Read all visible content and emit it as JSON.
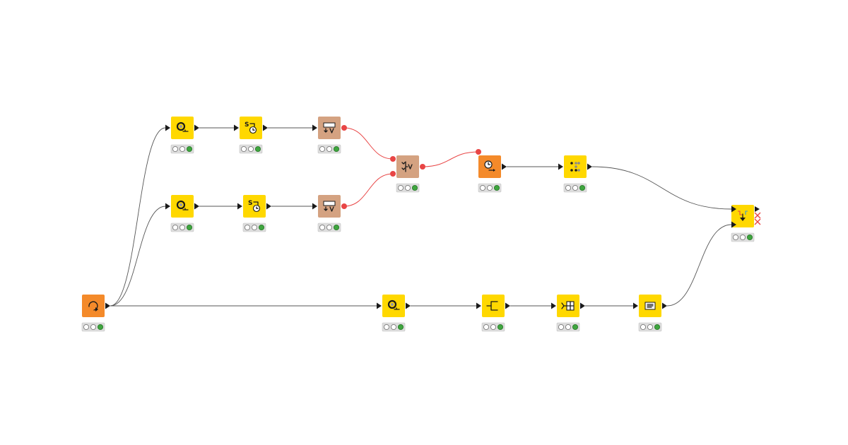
{
  "colors": {
    "manipulator": "#ffd800",
    "flow_control": "#d4a281",
    "source": "#f48a2a",
    "flow_variable_port": "#e84545",
    "status_executed": "#3fa63f",
    "status_inactive": "#ffffff",
    "inactive_output": "#e84545"
  },
  "nodes": [
    {
      "id": "n1",
      "kind": "source",
      "icon": "loop-start-icon",
      "status": [
        "off",
        "off",
        "on"
      ]
    },
    {
      "id": "n2",
      "kind": "manipulator",
      "icon": "db-query-icon",
      "status": [
        "off",
        "off",
        "on"
      ]
    },
    {
      "id": "n3",
      "kind": "manipulator",
      "icon": "string-to-datetime-icon",
      "status": [
        "off",
        "off",
        "on"
      ]
    },
    {
      "id": "n4",
      "kind": "flow_control",
      "icon": "table-row-to-variable-icon",
      "status": [
        "off",
        "off",
        "on"
      ]
    },
    {
      "id": "n5",
      "kind": "manipulator",
      "icon": "db-query-icon",
      "status": [
        "off",
        "off",
        "on"
      ]
    },
    {
      "id": "n6",
      "kind": "manipulator",
      "icon": "string-to-datetime-icon",
      "status": [
        "off",
        "off",
        "on"
      ]
    },
    {
      "id": "n7",
      "kind": "flow_control",
      "icon": "table-row-to-variable-icon",
      "status": [
        "off",
        "off",
        "on"
      ]
    },
    {
      "id": "n8",
      "kind": "flow_control",
      "icon": "merge-variables-icon",
      "status": [
        "off",
        "off",
        "on"
      ]
    },
    {
      "id": "n9",
      "kind": "source",
      "icon": "time-generator-icon",
      "status": [
        "off",
        "off",
        "on"
      ]
    },
    {
      "id": "n10",
      "kind": "manipulator",
      "icon": "dot-pattern-icon",
      "status": [
        "off",
        "off",
        "on"
      ]
    },
    {
      "id": "n11",
      "kind": "manipulator",
      "icon": "db-query-icon",
      "status": [
        "off",
        "off",
        "on"
      ]
    },
    {
      "id": "n12",
      "kind": "manipulator",
      "icon": "column-splitter-icon",
      "status": [
        "off",
        "off",
        "on"
      ]
    },
    {
      "id": "n13",
      "kind": "manipulator",
      "icon": "joiner-icon",
      "status": [
        "off",
        "off",
        "on"
      ]
    },
    {
      "id": "n14",
      "kind": "manipulator",
      "icon": "table-view-icon",
      "status": [
        "off",
        "off",
        "on"
      ]
    },
    {
      "id": "n15",
      "kind": "manipulator",
      "icon": "if-switch-icon",
      "status": [
        "off",
        "off",
        "on"
      ]
    }
  ],
  "connections": [
    {
      "from": "n1",
      "to": "n2",
      "type": "data"
    },
    {
      "from": "n1",
      "to": "n5",
      "type": "data"
    },
    {
      "from": "n1",
      "to": "n11",
      "type": "data"
    },
    {
      "from": "n2",
      "to": "n3",
      "type": "data"
    },
    {
      "from": "n3",
      "to": "n4",
      "type": "data"
    },
    {
      "from": "n5",
      "to": "n6",
      "type": "data"
    },
    {
      "from": "n6",
      "to": "n7",
      "type": "data"
    },
    {
      "from": "n4",
      "to": "n8",
      "type": "flow"
    },
    {
      "from": "n7",
      "to": "n8",
      "type": "flow"
    },
    {
      "from": "n8",
      "to": "n9",
      "type": "flow"
    },
    {
      "from": "n9",
      "to": "n10",
      "type": "data"
    },
    {
      "from": "n10",
      "to": "n15",
      "type": "data"
    },
    {
      "from": "n11",
      "to": "n12",
      "type": "data"
    },
    {
      "from": "n12",
      "to": "n13",
      "type": "data"
    },
    {
      "from": "n13",
      "to": "n14",
      "type": "data"
    },
    {
      "from": "n14",
      "to": "n15",
      "type": "data"
    }
  ]
}
